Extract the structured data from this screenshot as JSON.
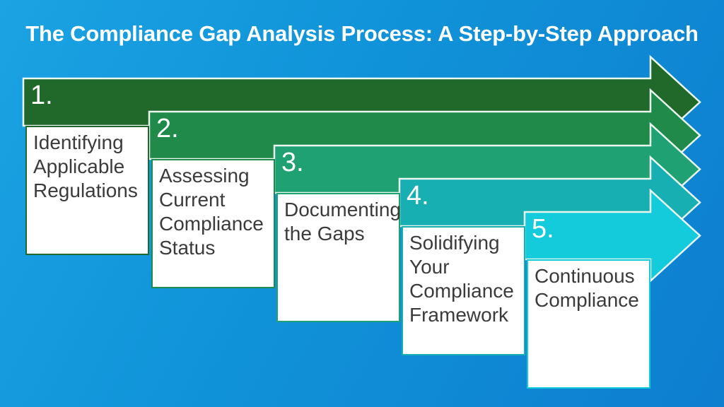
{
  "title": "The Compliance Gap Analysis Process: A Step-by-Step Approach",
  "colors": {
    "background_top": "#1BA3E3",
    "background_bottom": "#0E7ECF",
    "title_text": "#FFFFFF",
    "arrow_outline": "#E9F7EF",
    "card_background": "#FFFFFF",
    "card_text": "#3B3B3B",
    "step_number_text": "#FFFFFF"
  },
  "diagram": {
    "type": "staggered-arrow-process",
    "step_count": 5,
    "steps": [
      {
        "number": "1.",
        "label": "Identifying Applicable Regulations",
        "color": "#21692A"
      },
      {
        "number": "2.",
        "label": "Assessing Current Compliance Status",
        "color": "#1F8A49"
      },
      {
        "number": "3.",
        "label": "Documenting the Gaps",
        "color": "#20A173"
      },
      {
        "number": "4.",
        "label": "Solidifying Your Compliance Framework",
        "color": "#17AFB2"
      },
      {
        "number": "5.",
        "label": "Continuous Compliance",
        "color": "#13CBDB"
      }
    ]
  }
}
